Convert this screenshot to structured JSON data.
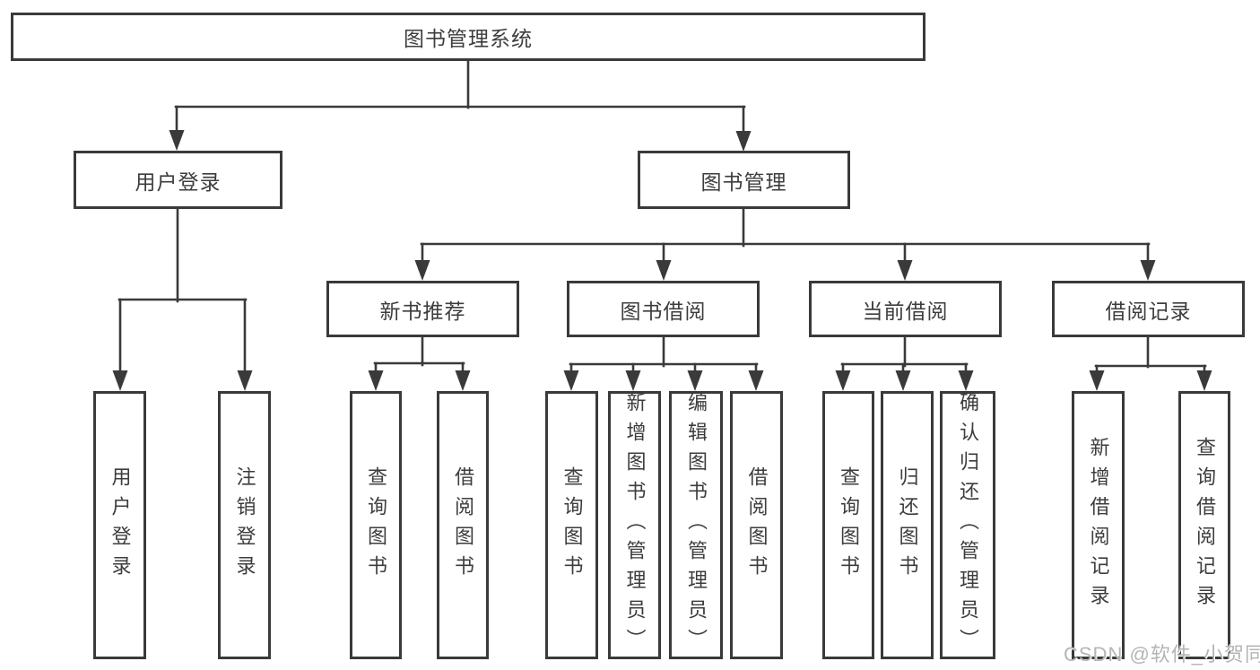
{
  "diagram": {
    "title": "图书管理系统",
    "branches": [
      {
        "label": "用户登录",
        "leaves": [
          {
            "label": "用户登录"
          },
          {
            "label": "注销登录"
          }
        ]
      },
      {
        "label": "图书管理",
        "groups": [
          {
            "label": "新书推荐",
            "leaves": [
              {
                "label": "查询图书"
              },
              {
                "label": "借阅图书"
              }
            ]
          },
          {
            "label": "图书借阅",
            "leaves": [
              {
                "label": "查询图书"
              },
              {
                "label": "新增图书（管理员）"
              },
              {
                "label": "编辑图书（管理员）"
              },
              {
                "label": "借阅图书"
              }
            ]
          },
          {
            "label": "当前借阅",
            "leaves": [
              {
                "label": "查询图书"
              },
              {
                "label": "归还图书"
              },
              {
                "label": "确认归还（管理员）"
              }
            ]
          },
          {
            "label": "借阅记录",
            "leaves": [
              {
                "label": "新增借阅记录"
              },
              {
                "label": "查询借阅记录"
              }
            ]
          }
        ]
      }
    ]
  },
  "watermark": {
    "text": "CSDN @软件_小贺同学"
  },
  "colors": {
    "line": "#3a3a3a",
    "text": "#3d3d3d",
    "watermark": "#b5b5b5",
    "background": "#ffffff"
  }
}
